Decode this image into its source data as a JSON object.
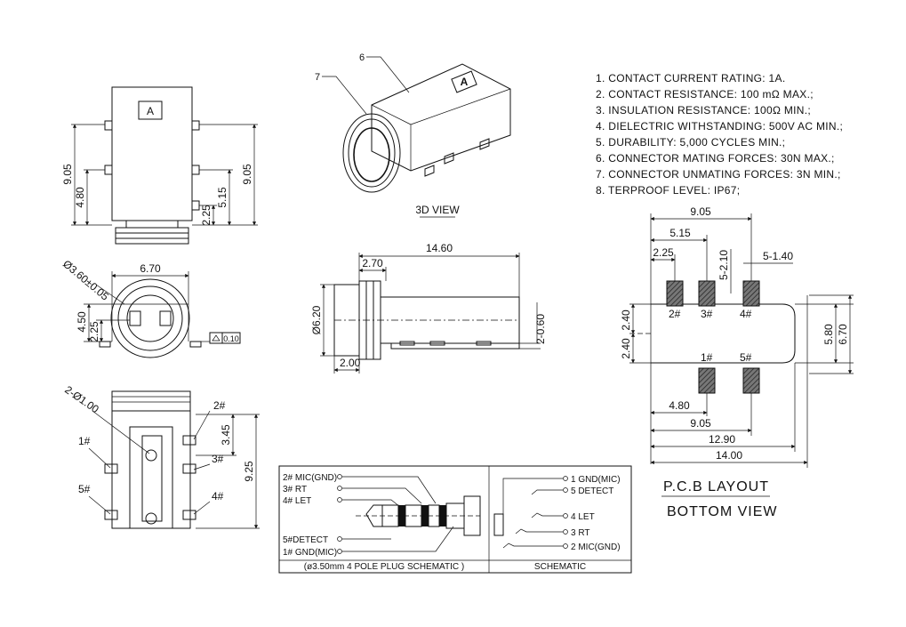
{
  "specs": [
    "1.  CONTACT  CURRENT  RATING:  1A.",
    "2.  CONTACT  RESISTANCE:  100  mΩ  MAX.;",
    "3.  INSULATION  RESISTANCE:  100Ω  MIN.;",
    "4.  DIELECTRIC  WITHSTANDING:  500V  AC  MIN.;",
    "5.  DURABILITY:  5,000  CYCLES  MIN.;",
    "6.  CONNECTOR  MATING  FORCES:  30N    MAX.;",
    "7.  CONNECTOR  UNMATING  FORCES:  3N  MIN.;",
    "8.  TERPROOF  LEVEL:  IP67;"
  ],
  "view3d": {
    "label": "3D  VIEW",
    "callout6": "6",
    "callout7": "7",
    "marker": "A"
  },
  "front_view": {
    "marker": "A",
    "dim_905_left": "9.05",
    "dim_905_right": "9.05",
    "dim_480": "4.80",
    "dim_515": "5.15",
    "dim_225": "2.25"
  },
  "end_view": {
    "dim_670": "6.70",
    "dim_hole": "Ø3.60±0.05",
    "dim_450": "4.50",
    "dim_225": "2.25",
    "tolerance": "0.10"
  },
  "side_view": {
    "dim_1460": "14.60",
    "dim_270": "2.70",
    "dim_620": "Ø6.20",
    "dim_200": "2.00",
    "dim_060": "2-0.60"
  },
  "bottom_view": {
    "dim_holes": "2-Ø1.00",
    "pin2": "2#",
    "pin1": "1#",
    "pin3": "3#",
    "pin5": "5#",
    "pin4": "4#",
    "dim_345": "3.45",
    "dim_925": "9.25"
  },
  "pcb": {
    "dim_905_top": "9.05",
    "dim_515": "5.15",
    "dim_225": "2.25",
    "dim_5210": "5-2.10",
    "dim_5140": "5-1.40",
    "pad2": "2#",
    "pad3": "3#",
    "pad4": "4#",
    "pad1": "1#",
    "pad5": "5#",
    "dim_240_a": "2.40",
    "dim_240_b": "2.40",
    "dim_580": "5.80",
    "dim_670": "6.70",
    "dim_480": "4.80",
    "dim_905_bottom": "9.05",
    "dim_1290": "12.90",
    "dim_1400": "14.00",
    "title1": "P.C.B  LAYOUT",
    "title2": "BOTTOM  VIEW"
  },
  "schematic": {
    "left_labels": [
      "2# MIC(GND)",
      "3# RT",
      "4# LET",
      "5#DETECT",
      "1#  GND(MIC)"
    ],
    "right_labels": [
      "1 GND(MIC)",
      "5 DETECT",
      "4 LET",
      "3 RT",
      "2 MIC(GND)"
    ],
    "caption_left": "(ø3.50mm 4 POLE PLUG SCHEMATIC )",
    "caption_right": "SCHEMATIC"
  }
}
